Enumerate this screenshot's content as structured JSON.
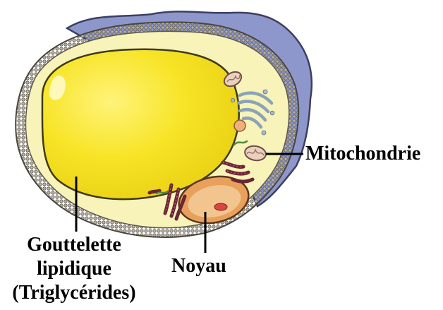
{
  "labels": {
    "mitochondrie": "Mitochondrie",
    "noyau": "Noyau",
    "gouttelette_lines": [
      "Gouttelette",
      "lipidique",
      "(Triglycérides)"
    ]
  },
  "colors": {
    "lipid_droplet": "#f6e21c",
    "cytoplasm": "#f7f2b4",
    "membrane": "#7a7368",
    "extracellular": "#8b95c9",
    "nucleus_outer": "#e8a15a",
    "nucleus_inner": "#f2c58f",
    "nucleolus": "#d8473f",
    "mitochondria": "#e8c9b6",
    "er": "#7a2a3c",
    "golgi": "#9fb6c8",
    "leader_line": "#000000"
  }
}
